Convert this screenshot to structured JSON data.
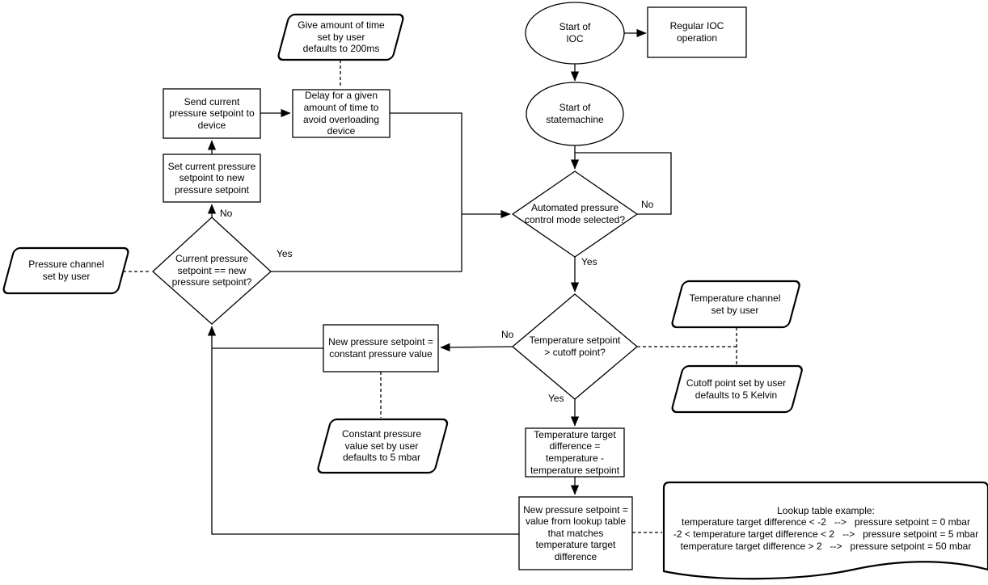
{
  "colors": {
    "line": "#000000",
    "fill": "#ffffff",
    "background": "#ffffff"
  },
  "nodes": {
    "start_ioc": "Start of\nIOC",
    "regular_ioc": "Regular IOC\noperation",
    "start_statemachine": "Start of\nstatemachine",
    "auto_mode_decision": "Automated pressure\ncontrol mode selected?",
    "temp_cutoff_decision": "Temperature setpoint\n> cutoff point?",
    "temp_target_diff": "Temperature target\ndifference =\ntemperature -\ntemperature setpoint",
    "lookup_setpoint": "New pressure setpoint =\nvalue from lookup table\nthat matches\ntemperature target\ndifference",
    "constant_setpoint": "New pressure setpoint =\nconstant pressure value",
    "current_eq_decision": "Current pressure\nsetpoint == new\npressure setpoint?",
    "set_current": "Set current pressure\nsetpoint to new\npressure setpoint",
    "send_current": "Send current\npressure setpoint to\ndevice",
    "delay": "Delay for a given\namount of time to\navoid overloading\ndevice",
    "pressure_channel": "Pressure channel\nset by user",
    "give_time": "Give amount of time\nset by user\ndefaults to 200ms",
    "temp_channel": "Temperature channel\nset by user",
    "cutoff_point": "Cutoff point set by user\ndefaults to 5 Kelvin",
    "constant_value": "Constant pressure\nvalue set by user\ndefaults to 5 mbar",
    "lookup_example": "Lookup table example:\ntemperature target difference < -2   -->   pressure setpoint = 0 mbar\n-2 < temperature target difference < 2   -->   pressure setpoint = 5 mbar\ntemperature target difference > 2   -->   pressure setpoint = 50 mbar"
  },
  "edge_labels": {
    "auto_no": "No",
    "auto_yes": "Yes",
    "cutoff_no": "No",
    "cutoff_yes": "Yes",
    "eq_no": "No",
    "eq_yes": "Yes"
  }
}
